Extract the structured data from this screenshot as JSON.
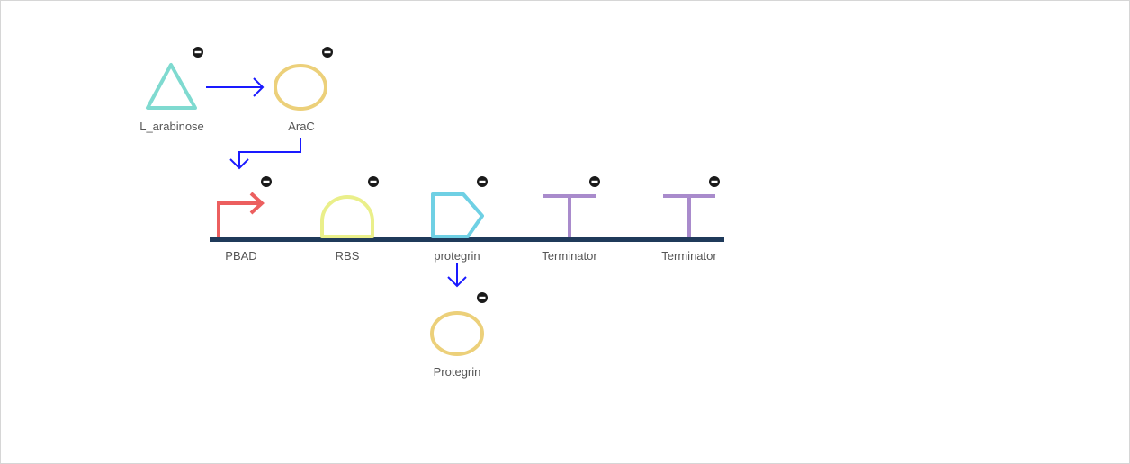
{
  "colors": {
    "backbone": "#1f3a5a",
    "arrow": "#1a1aff",
    "remove_button": "#1a1a1a",
    "small_molecule": "#7fdad0",
    "protein": "#ecd07a",
    "promoter": "#ec5f5f",
    "rbs": "#eaef8a",
    "cds": "#6fd0e4",
    "terminator": "#a98bcc"
  },
  "nodes": {
    "l_arabinose": {
      "label": "L_arabinose",
      "icon": "small-molecule-triangle-icon"
    },
    "arac": {
      "label": "AraC",
      "icon": "protein-circle-icon"
    },
    "pbad": {
      "label": "PBAD",
      "icon": "promoter-arrow-icon"
    },
    "rbs": {
      "label": "RBS",
      "icon": "rbs-half-circle-icon"
    },
    "protegrin_cds": {
      "label": "protegrin",
      "icon": "cds-pentagon-icon"
    },
    "terminator_1": {
      "label": "Terminator",
      "icon": "terminator-t-icon"
    },
    "terminator_2": {
      "label": "Terminator",
      "icon": "terminator-t-icon"
    },
    "protegrin_protein": {
      "label": "Protegrin",
      "icon": "protein-circle-icon"
    }
  },
  "remove_icon": "minus-circle-icon"
}
